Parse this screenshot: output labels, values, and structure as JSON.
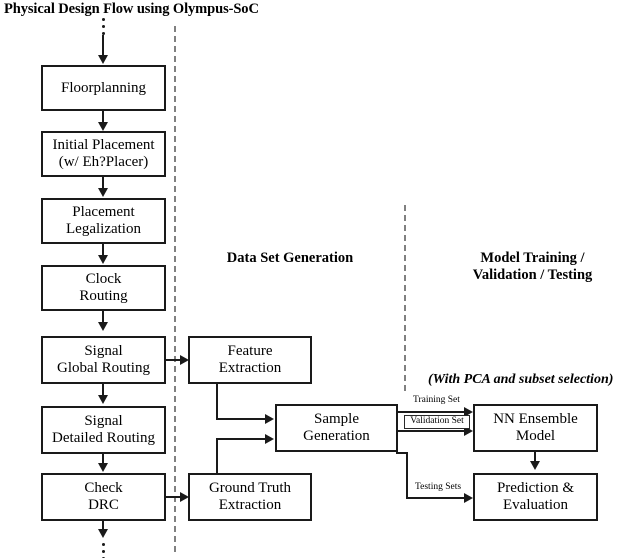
{
  "figure": {
    "title": "Physical Design Flow using Olympus-SoC",
    "note": "(With PCA and subset selection)"
  },
  "sections": {
    "dataset": "Data Set Generation",
    "model_line1": "Model Training /",
    "model_line2": "Validation / Testing"
  },
  "flow_left": [
    {
      "id": "floorplanning",
      "line1": "Floorplanning",
      "line2": ""
    },
    {
      "id": "initial-placement",
      "line1": "Initial Placement",
      "line2": "(w/ Eh?Placer)"
    },
    {
      "id": "placement-legalization",
      "line1": "Placement",
      "line2": "Legalization"
    },
    {
      "id": "clock-routing",
      "line1": "Clock",
      "line2": "Routing"
    },
    {
      "id": "signal-global-routing",
      "line1": "Signal",
      "line2": "Global Routing"
    },
    {
      "id": "signal-detailed-routing",
      "line1": "Signal",
      "line2": "Detailed Routing"
    },
    {
      "id": "check-drc",
      "line1": "Check",
      "line2": "DRC"
    }
  ],
  "flow_middle": [
    {
      "id": "feature-extraction",
      "line1": "Feature",
      "line2": "Extraction"
    },
    {
      "id": "sample-generation",
      "line1": "Sample",
      "line2": "Generation"
    },
    {
      "id": "ground-truth-extraction",
      "line1": "Ground Truth",
      "line2": "Extraction"
    }
  ],
  "flow_right": [
    {
      "id": "nn-ensemble-model",
      "line1": "NN Ensemble",
      "line2": "Model"
    },
    {
      "id": "prediction-evaluation",
      "line1": "Prediction &",
      "line2": "Evaluation"
    }
  ],
  "edge_labels": {
    "training_set": "Training Set",
    "validation_set": "Validation Set",
    "testing_sets": "Testing Sets"
  },
  "colors": {
    "stroke": "#1a1a1a",
    "dashed": "#808080",
    "background": "#ffffff"
  }
}
